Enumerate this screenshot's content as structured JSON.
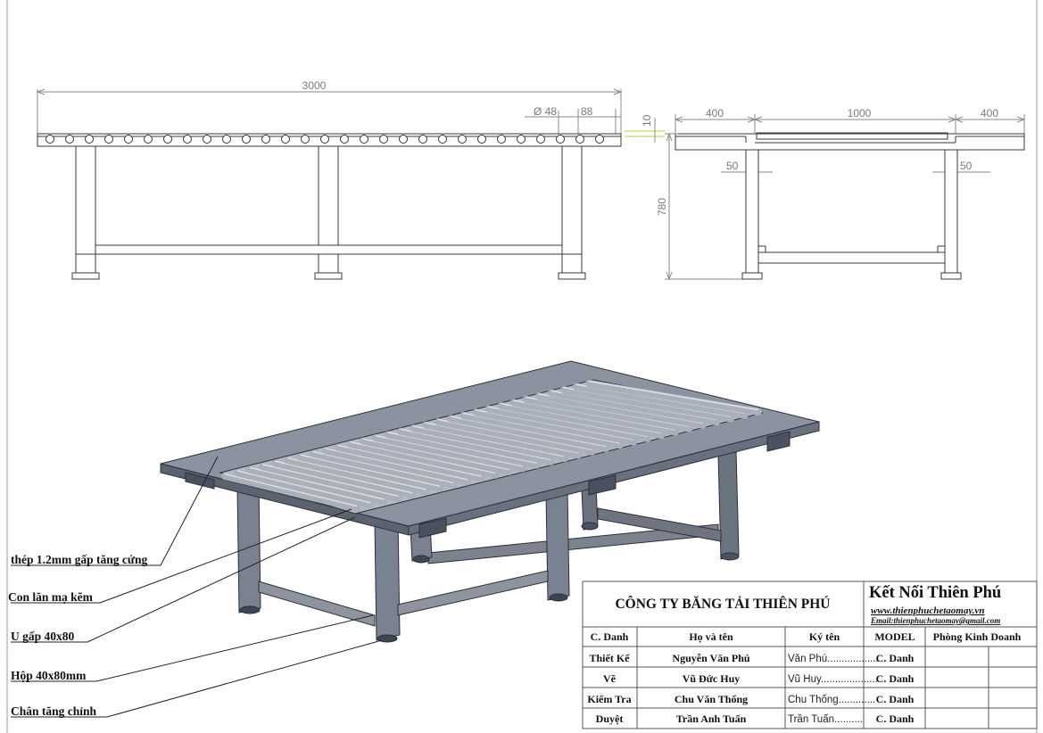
{
  "dimensions": {
    "side_length": "3000",
    "roller_dia": "Ø 48",
    "roller_pitch": "88",
    "roller_top": "10",
    "height": "780",
    "end_left": "400",
    "end_mid": "1000",
    "end_right": "400",
    "offset_left": "50",
    "offset_right": "50"
  },
  "callouts": [
    "thép 1.2mm gấp tăng cứng",
    "Con lăn mạ kẽm",
    "U gấp 40x80",
    "Hộp 40x80mm",
    "Chân tăng chỉnh"
  ],
  "title_block": {
    "company": "CÔNG TY BĂNG TẢI THIÊN PHÚ",
    "brand": "Kết Nối Thiên Phú",
    "website": "www.thienphuchetaomay.vn",
    "email": "Email:thienphuchetaomay@gmail.com",
    "headers": {
      "role": "C. Danh",
      "name": "Họ và tên",
      "sign": "Ký tên",
      "model": "MODEL",
      "dept": "Phòng Kinh Doanh"
    },
    "rows": [
      {
        "role": "Thiết Kế",
        "name": "Nguyễn Văn Phú",
        "sign": "Văn Phú",
        "dots": "..................",
        "title": "C. Danh"
      },
      {
        "role": "Vẽ",
        "name": "Vũ Đức Huy",
        "sign": "Vũ Huy",
        "dots": "....................",
        "title": "C. Danh"
      },
      {
        "role": "Kiểm Tra",
        "name": "Chu Văn Thống",
        "sign": "Chu Thống",
        "dots": ".............",
        "title": "C. Danh"
      },
      {
        "role": "Duyệt",
        "name": "Trần Anh Tuấn",
        "sign": "Trần Tuấn",
        "dots": "..........",
        "title": "C. Danh"
      }
    ]
  },
  "colors": {
    "line": "#3a3a3a",
    "dim_line": "#8a8a8a",
    "steel_top": "#8f97a3",
    "steel_side": "#5d6470",
    "roller": "#a9b0ba"
  }
}
